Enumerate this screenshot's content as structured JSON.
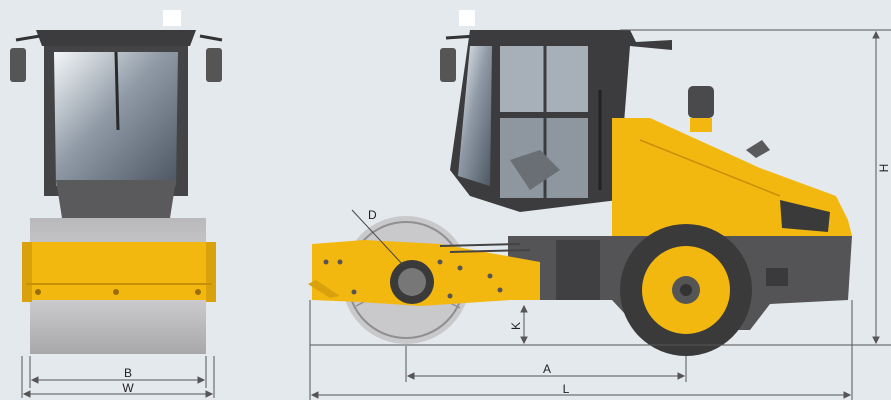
{
  "labels": {
    "B": "B",
    "W": "W",
    "A": "A",
    "L": "L",
    "K": "K",
    "D": "D",
    "H": "H"
  },
  "colors": {
    "background": "#e4e9ee",
    "machine_yellow": "#f3b80f",
    "cab_dark": "#3d3d3f",
    "body_grey": "#545456",
    "drum_grey": "#c9c9cb",
    "tire_black": "#3a3a3a",
    "dim_line": "#555555"
  }
}
